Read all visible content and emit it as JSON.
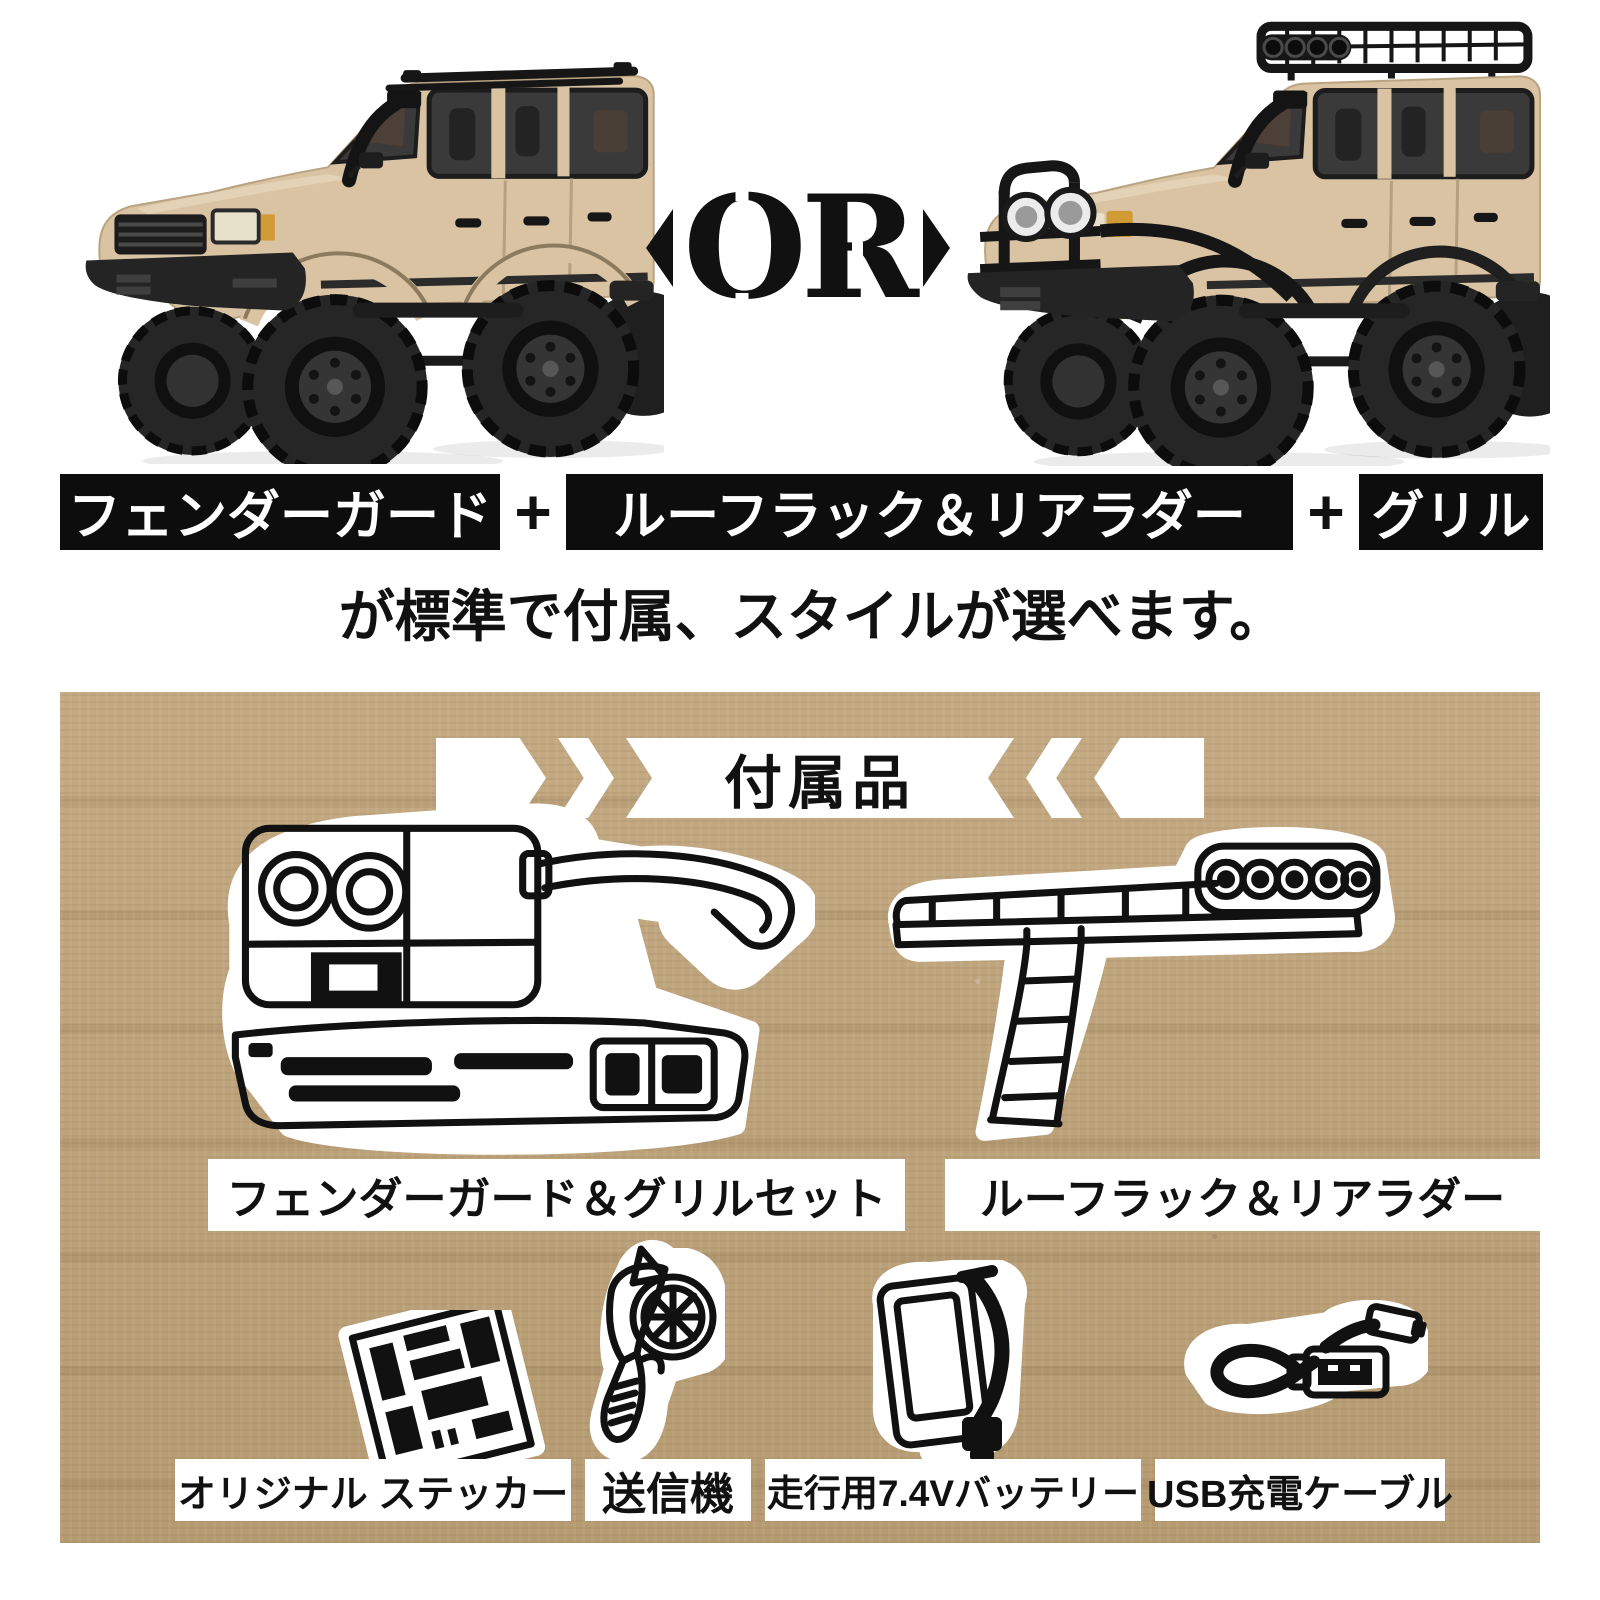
{
  "hero": {
    "or_label": "OR"
  },
  "badges": {
    "separator": "+",
    "items": [
      {
        "label": "フェンダーガード"
      },
      {
        "label": "ルーフラック＆リアラダー"
      },
      {
        "label": "グリル"
      }
    ],
    "subtitle": "が標準で付属、スタイルが選べます。"
  },
  "accessories": {
    "header": "付属品",
    "set_labels": [
      {
        "label": "フェンダーガード＆グリルセット"
      },
      {
        "label": "ルーフラック＆リアラダー"
      }
    ],
    "item_labels": [
      {
        "label": "オリジナル ステッカー"
      },
      {
        "label": "送信機"
      },
      {
        "label": "走行用7.4Vバッテリー"
      },
      {
        "label": "USB充電ケーブル"
      }
    ]
  },
  "colors": {
    "ink": "#111111",
    "badge_bg": "#0d0d0d",
    "cardboard": "#bfa378",
    "car_body_beige": "#d9c3a3",
    "spring_red": "#b33527",
    "signal_amber": "#d09a35"
  }
}
